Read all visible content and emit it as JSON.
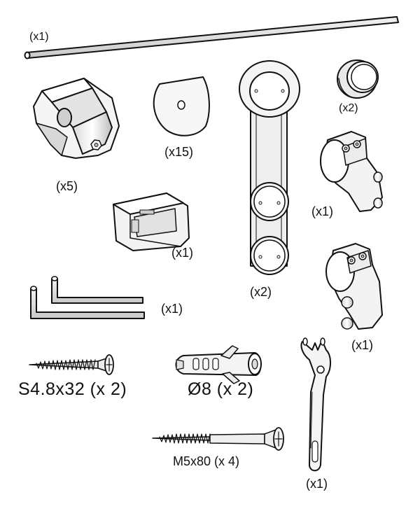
{
  "parts": {
    "rail": {
      "qty": "(x1)"
    },
    "bracket": {
      "qty": "(x5)"
    },
    "washer": {
      "qty": "(x15)"
    },
    "roller": {
      "qty": "(x2)"
    },
    "cap": {
      "qty": "(x2)"
    },
    "clamp_top": {
      "qty": "(x1)"
    },
    "clamp_bottom": {
      "qty": "(x1)"
    },
    "guide": {
      "qty": "(x1)"
    },
    "hex_keys": {
      "qty": "(x1)"
    },
    "wood_screw": {
      "qty": "S4.8x32 (x 2)"
    },
    "wall_plug": {
      "qty": "Ø8 (x 2)"
    },
    "bolt": {
      "qty": "M5x80 (x 4)"
    },
    "spanner": {
      "qty": "(x1)"
    }
  }
}
